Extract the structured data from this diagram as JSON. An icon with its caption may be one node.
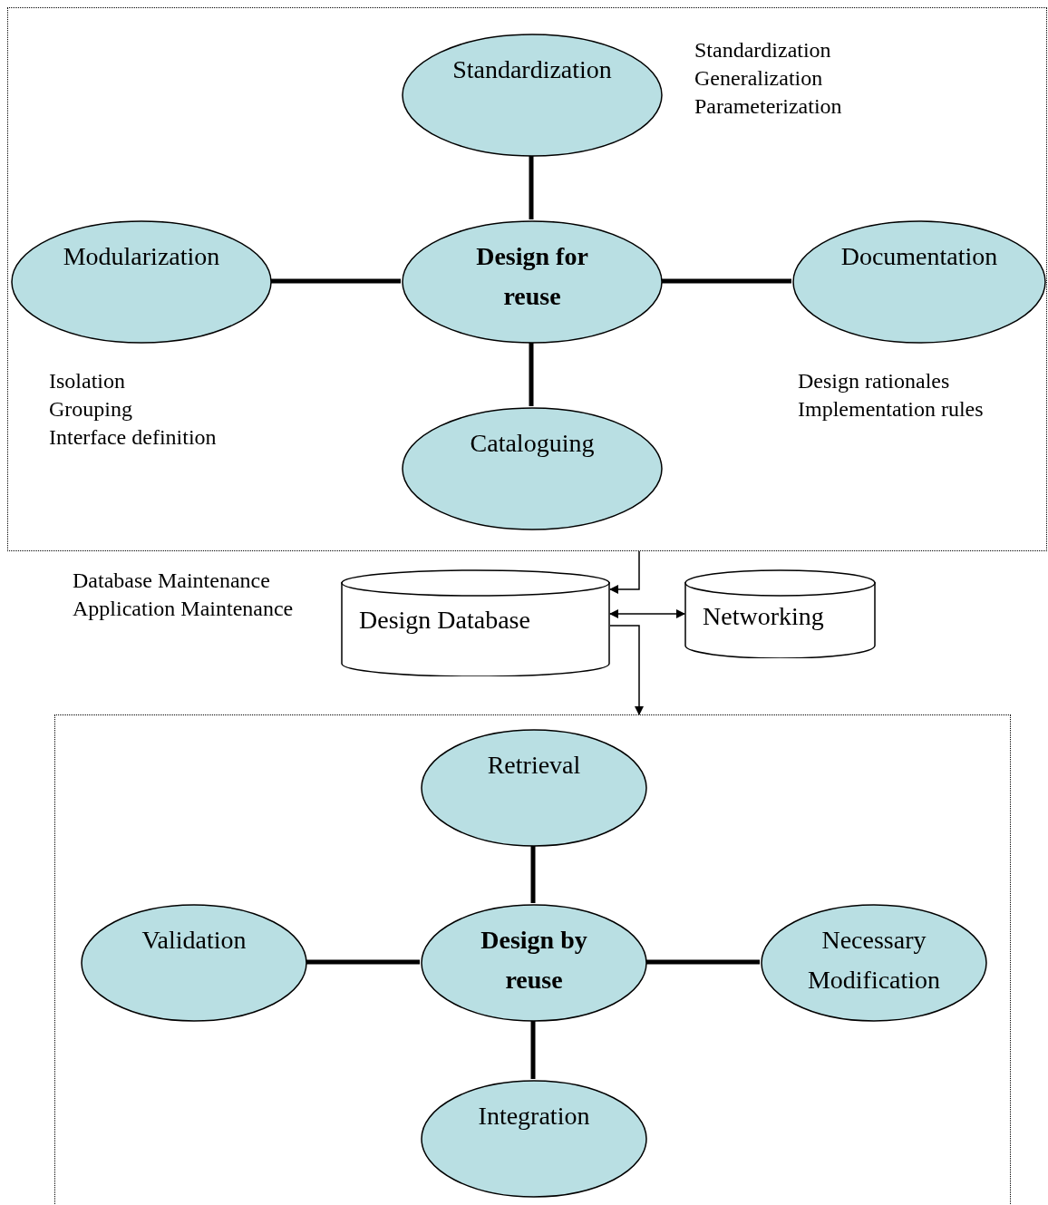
{
  "diagram": {
    "nodes": [
      {
        "text": [],
        "shape": "box"
      },
      {
        "text": [
          "Standardization"
        ],
        "in": 0,
        "beside": [
          "Standardization",
          "Generalization",
          "Parameterization"
        ]
      },
      {
        "text": [
          "Modularization"
        ],
        "in": 0,
        "beside": [
          "Isolation",
          "Grouping",
          "Interface definition"
        ]
      },
      {
        "text": [
          "Design for reuse"
        ],
        "in": 0
      },
      {
        "text": [
          "Documentation"
        ],
        "in": 0,
        "beside": [
          "Design rationales",
          "Implementation rules"
        ]
      },
      {
        "text": [
          "Cataloguing"
        ],
        "in": 0
      },
      {
        "text": [
          "Design Database"
        ],
        "beside": [
          "Database Maintenance",
          "Application Maintenance"
        ]
      },
      {
        "text": [
          "Networking"
        ]
      },
      {
        "text": [],
        "shape": "box"
      },
      {
        "text": [
          "Retrieval"
        ],
        "in": 8
      },
      {
        "text": [
          "Validation"
        ],
        "in": 8
      },
      {
        "text": [
          "Design by reuse"
        ],
        "in": 8
      },
      {
        "text": [
          "Necessary Modification"
        ],
        "in": 8
      },
      {
        "text": [
          "Integration"
        ],
        "in": 8
      }
    ],
    "edges": [
      {
        "from": 3,
        "to": 1,
        "arrow": "none"
      },
      {
        "from": 2,
        "to": 3,
        "arrow": "none"
      },
      {
        "from": 3,
        "to": 4,
        "arrow": "none"
      },
      {
        "from": 3,
        "to": 5,
        "arrow": "none"
      },
      {
        "from": 0,
        "to": 6,
        "arrow": "to"
      },
      {
        "from": 6,
        "to": 7,
        "arrow": "both"
      },
      {
        "from": 6,
        "to": 8,
        "arrow": "to"
      },
      {
        "from": 11,
        "to": 9,
        "arrow": "none"
      },
      {
        "from": 10,
        "to": 11,
        "arrow": "none"
      },
      {
        "from": 11,
        "to": 12,
        "arrow": "none"
      },
      {
        "from": 11,
        "to": 13,
        "arrow": "none"
      }
    ]
  }
}
